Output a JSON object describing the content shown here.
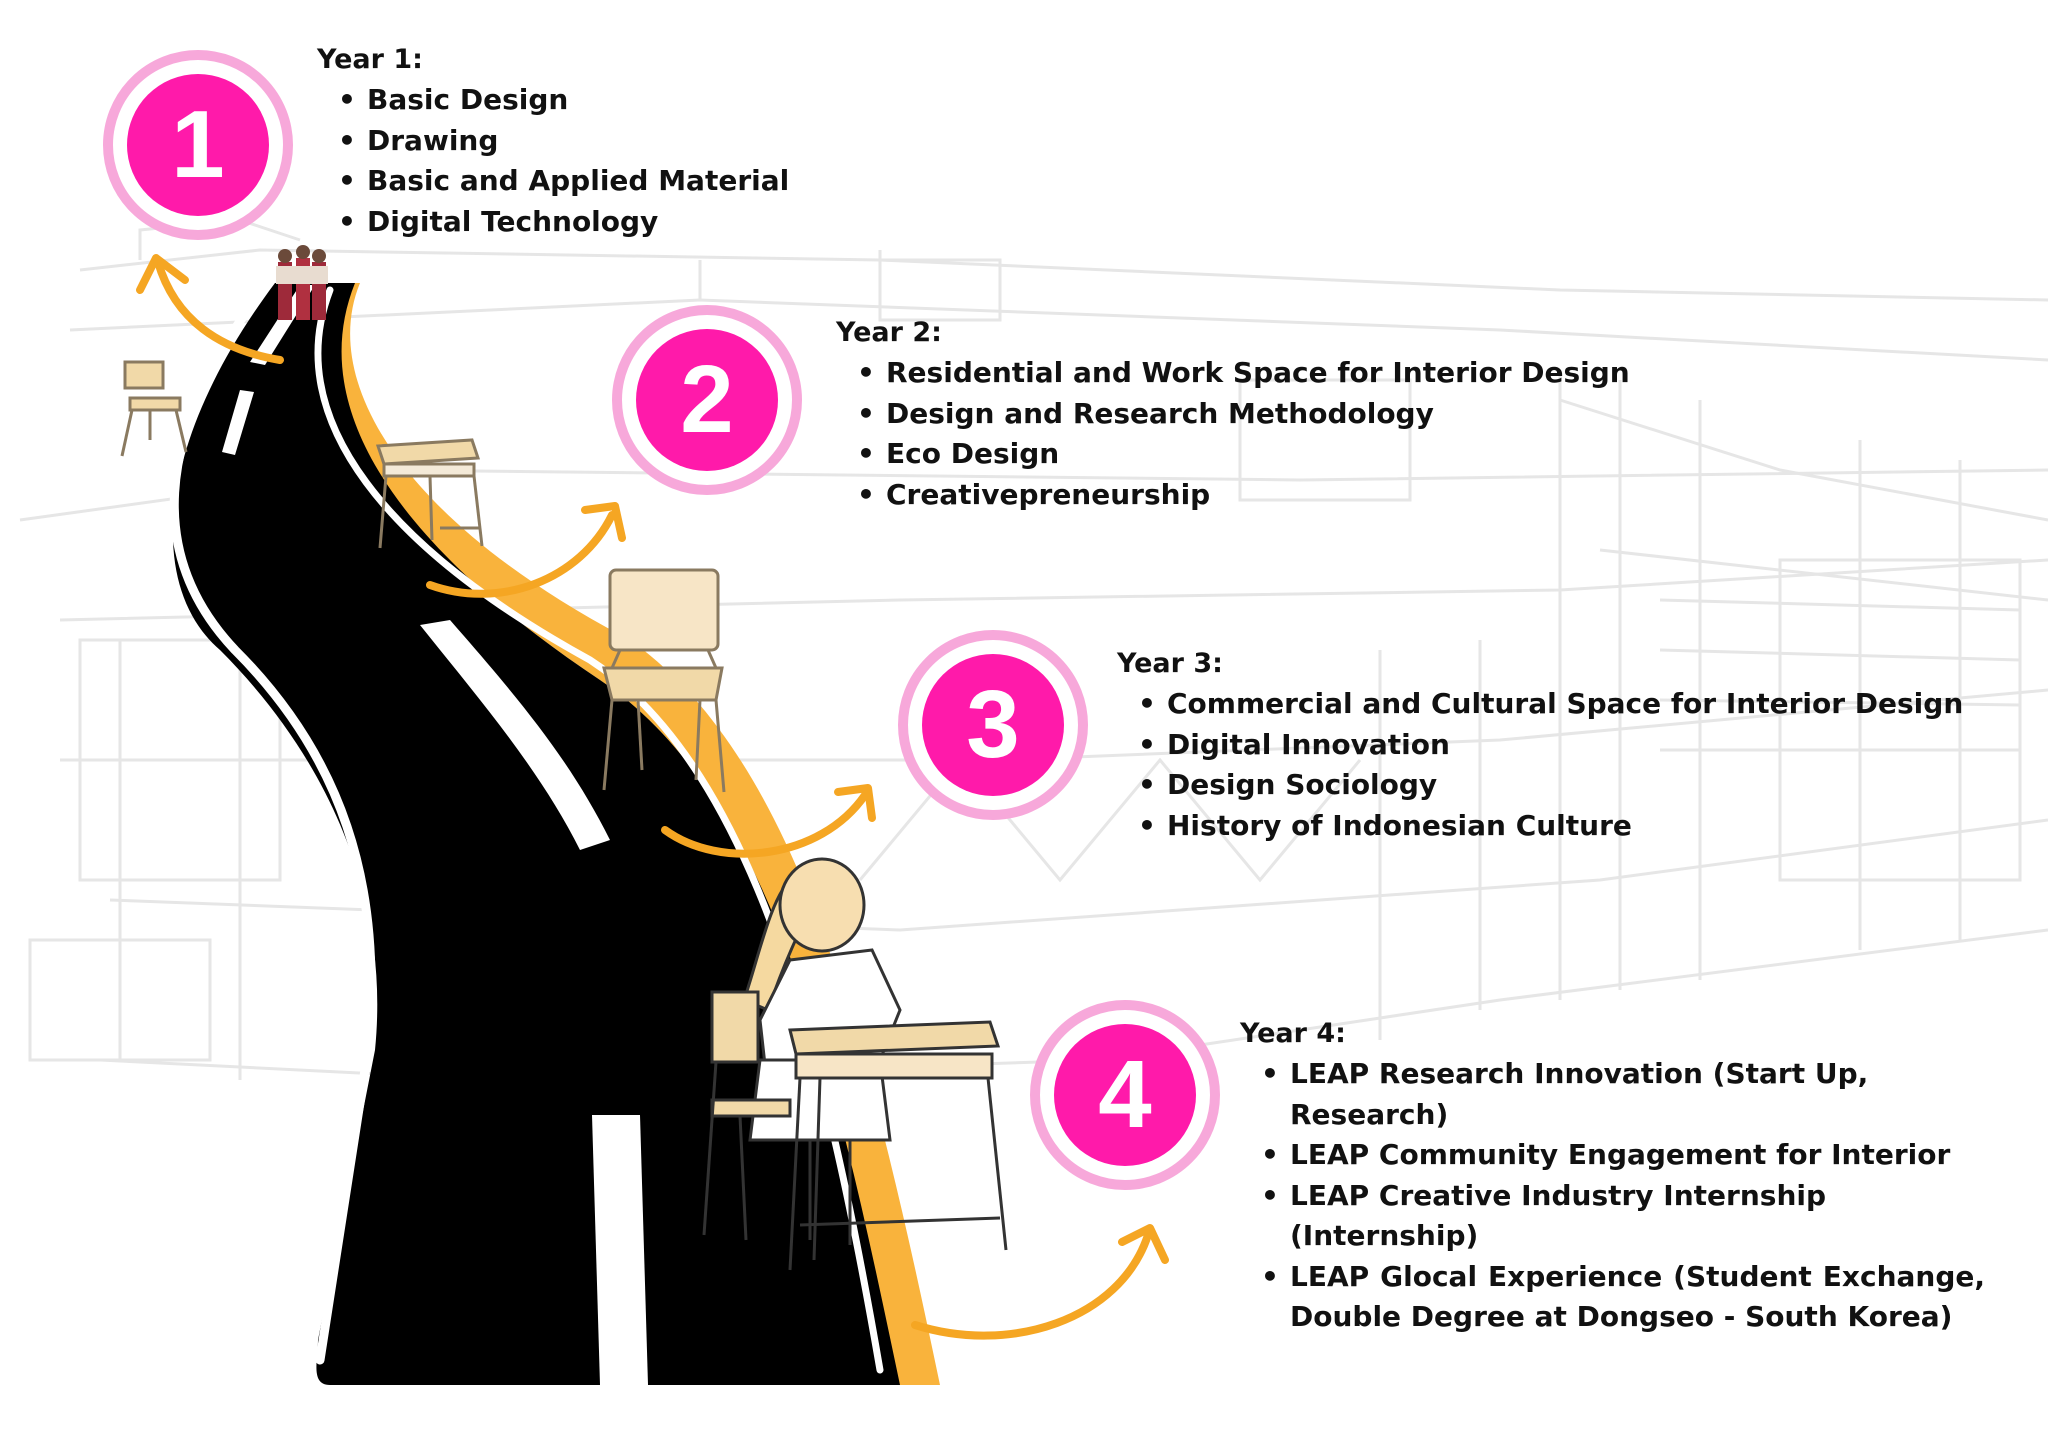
{
  "colors": {
    "accent_pink": "#ff1aaa",
    "ring_pink": "#f7a8da",
    "arrow_orange": "#f5a623",
    "road": "#000000",
    "road_edge": "#f9b33c"
  },
  "years": [
    {
      "number": "1",
      "title": "Year 1:",
      "items": [
        "Basic Design",
        "Drawing",
        "Basic and Applied Material",
        "Digital Technology"
      ]
    },
    {
      "number": "2",
      "title": "Year 2:",
      "items": [
        "Residential and Work Space for Interior Design",
        "Design and Research Methodology",
        "Eco Design",
        "Creativepreneurship"
      ]
    },
    {
      "number": "3",
      "title": "Year 3:",
      "items": [
        "Commercial and Cultural Space for Interior Design",
        "Digital Innovation",
        "Design Sociology",
        "History of Indonesian Culture"
      ]
    },
    {
      "number": "4",
      "title": "Year 4:",
      "items": [
        "LEAP Research Innovation (Start Up, Research)",
        "LEAP Community Engagement for Interior",
        "LEAP Creative Industry Internship (Internship)",
        "LEAP Glocal Experience (Student Exchange, Double Degree at Dongseo - South Korea)"
      ]
    }
  ]
}
